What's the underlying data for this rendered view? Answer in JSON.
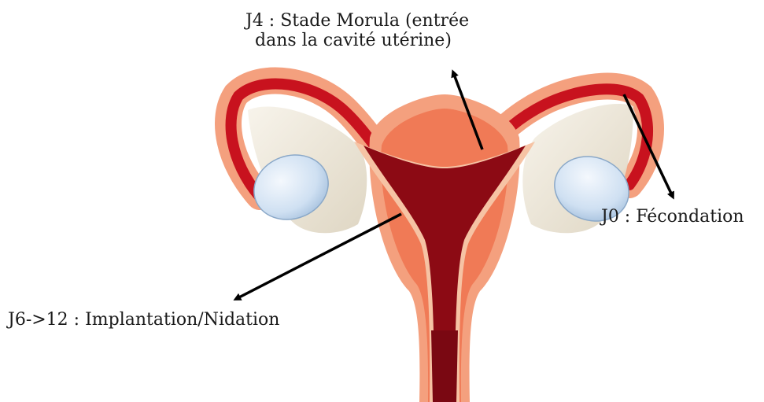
{
  "diagram": {
    "labels": {
      "j4_line1": "J4 : Stade Morula (entrée",
      "j4_line2": "dans la cavité utérine)",
      "j0": "J0 : Fécondation",
      "j6": "J6->12 : Implantation/Nidation"
    },
    "colors": {
      "outer_wall": "#f4a07e",
      "myometrium": "#f07a56",
      "wall_outline": "#e0604a",
      "cavity": "#8c0a14",
      "tube_red": "#c8121e",
      "ligament": "#ece6d8",
      "ovary": "#cfe0f2",
      "ovary_edge": "#8aa8c8",
      "arrow": "#000000"
    }
  }
}
